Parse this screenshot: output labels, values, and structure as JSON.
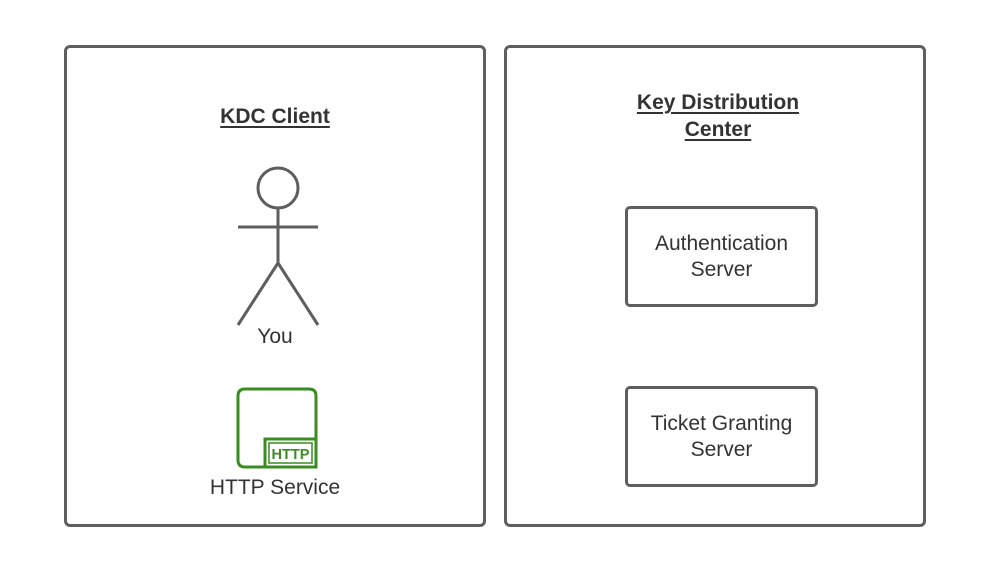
{
  "client_panel": {
    "title": "KDC Client",
    "actor_label": "You",
    "service_icon_text": "HTTP",
    "service_label": "HTTP Service"
  },
  "kdc_panel": {
    "title": "Key Distribution Center",
    "servers": [
      {
        "label": "Authentication Server"
      },
      {
        "label": "Ticket Granting Server"
      }
    ]
  },
  "colors": {
    "outline": "#5e5e5e",
    "text": "#333333",
    "http_green": "#3a8c23"
  },
  "icons": {
    "actor": "stick-figure-icon",
    "service": "http-service-icon"
  }
}
